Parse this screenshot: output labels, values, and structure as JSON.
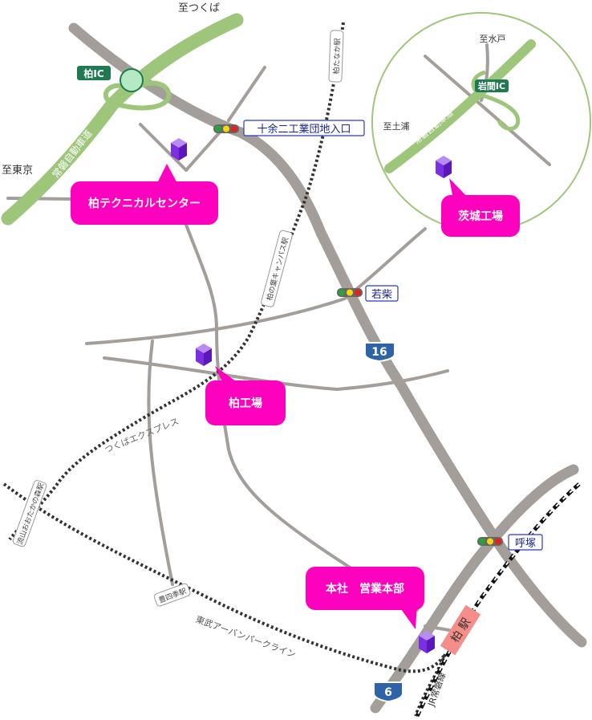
{
  "map": {
    "directions": {
      "to_tsukuba": "至つくば",
      "to_tokyo": "至東京",
      "to_mito": "至水戸",
      "to_tsuchiura": "至土浦"
    },
    "interchanges": {
      "kashiwa_ic": "柏IC",
      "iwama_ic": "岩間IC"
    },
    "expressway_label": "常磐自動車道",
    "intersections": {
      "tomoni": "十余二工業団地入口",
      "wakashiba": "若柴",
      "yobitsuka": "呼塚"
    },
    "route_shields": {
      "national_16": "16",
      "national_6": "6"
    },
    "railway_lines": {
      "tsukuba_express": "つくばエクスプレス",
      "tobu_urban_park": "東武アーバンパークライン",
      "jr_joban": "JR常磐線"
    },
    "stations": {
      "kashiwa_tanaka": "柏たなか駅",
      "kashiwanoha_campus": "柏の葉キャンパス駅",
      "nagareyama_otakanomori": "流山おおたかの森駅",
      "toyoshikidai": "豊四季駅",
      "kashiwa": "柏 駅"
    },
    "facilities": {
      "technical_center": "柏テクニカルセンター",
      "ibaraki_plant": "茨城工場",
      "kashiwa_plant": "柏工場",
      "head_office": "本社　営業本部"
    },
    "colors": {
      "road": "#a39e99",
      "expressway": "#9dc67b",
      "callout": "#ff00bf",
      "facility_icon": "#8b3be8",
      "station_box": "#f58d8a",
      "ic_label": "#1f7a52",
      "route_shield": "#2e63a8",
      "intersection_border": "#2a38c8"
    }
  }
}
